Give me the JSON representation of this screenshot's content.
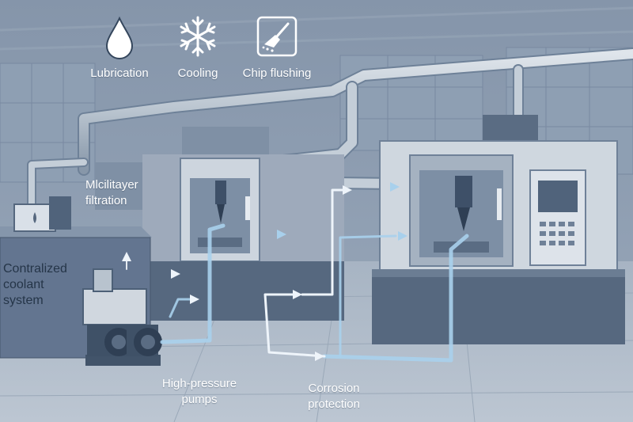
{
  "feature_icons": [
    {
      "icon": "droplet-icon",
      "label": "Lubrication"
    },
    {
      "icon": "snowflake-icon",
      "label": "Cooling"
    },
    {
      "icon": "brush-icon",
      "label": "Chip flushing"
    }
  ],
  "labels": {
    "filtration": [
      "Mlcilitayer",
      "filtration"
    ],
    "coolant_system": [
      "Contralized",
      "coolant",
      "system"
    ],
    "pumps": [
      "High-pressure",
      "pumps"
    ],
    "corrosion": [
      "Corrosion",
      "protection"
    ]
  },
  "colors": {
    "background": "#8a9bb0",
    "machine": "#d3dae2",
    "machine_dark": "#475a70",
    "pipe": "#c4ced8",
    "flow": "#a8d0ec",
    "label_text": "#ffffff"
  }
}
